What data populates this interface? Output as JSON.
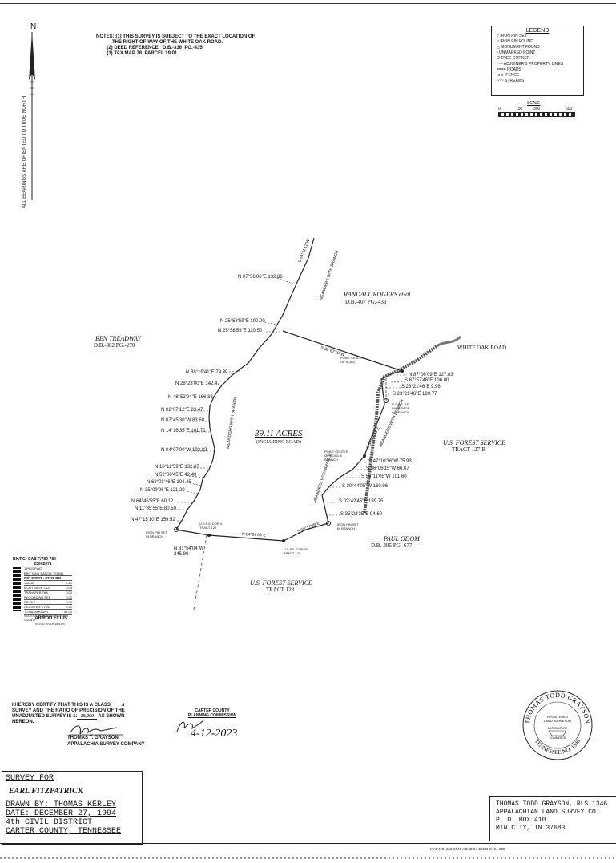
{
  "notes": "NOTES: (1) THIS SURVEY IS SUBJECT TO THE EXACT LOCATION OF\n            THE RIGHT-OF-WAY OF THE WHITE OAK ROAD.\n        (2) DEED REFERENCE:  D.B.-336  PG.-435\n        (3) TAX MAP 78  PARCEL 19.01",
  "north": "N",
  "bearing_note": "ALL BEARINGS ARE ORIENTED TO TRUE NORTH",
  "legend": {
    "title": "LEGEND",
    "items": [
      "IRON PIN SET",
      "IRON PIN FOUND",
      "MONUMENT FOUND",
      "UNMARKED POINT",
      "TREE CORNER",
      "ADJOINER'S PROPERTY LINES",
      "ROADS",
      "FENCE",
      "STREAMS"
    ],
    "symbols": [
      "○",
      "□",
      "△",
      "•",
      "O",
      "- - -",
      "====",
      "-x-x-",
      "~~~"
    ]
  },
  "scale": {
    "title": "SCALE",
    "ticks": [
      "0",
      "150",
      "300",
      "600'"
    ]
  },
  "owners": {
    "randall": {
      "name": "RANDALL ROGERS et-al",
      "ref": "D.B.-407  PG.-433"
    },
    "ben": {
      "name": "BEN TREADWAY",
      "ref": "D.B.-382  PG.-270"
    },
    "usfs_east": {
      "name": "U.S. FOREST SERVICE",
      "ref": "TRACT 127-B"
    },
    "paul": {
      "name": "PAUL ODOM",
      "ref": "D.B.-395  PG.-677"
    },
    "usfs_south": {
      "name": "U.S. FOREST SERVICE",
      "ref": "TRACT 128"
    }
  },
  "road_label": "WHITE OAK ROAD",
  "acreage": {
    "main": "39.11 ACRES",
    "sub": "(INCLUDING ROAD)"
  },
  "calls": [
    "N 07°56'06\"E  132.86",
    "N 25°58'59\"E  100.00",
    "N 25°58'59\"E  110.50",
    "N 38°19'41\"E  79.89",
    "N 28°23'00\"E  142.47",
    "N 48°52'24\"E  166.38",
    "N 02°07'12\"E  83.47",
    "N 07°45'30\"W  83.68",
    "N 14°16'35\"E  101.71",
    "N 04°07'00\"W  192.82",
    "N 18°12'59\"E  132.87",
    "N 52°00'45\"E  42.49",
    "N 68°03'46\"E  104.45",
    "N 35°09'06\"E  121.29",
    "N 64°45'55\"E  60.12",
    "N 11°35'55\"E  80.50",
    "N 47°15'10\"E  159.52",
    "N 87°06'09\"E  127.83",
    "S 67°57'46\"E  106.00",
    "S 23°21'46\"E  9.96",
    "S 23°21'46\"E  189.77",
    "S 47°10'36\"W  75.93",
    "S 36°06'15\"W  66.07",
    "S 56°11'05\"W  101.60",
    "S 30°44'05\"W  160.96",
    "S 02°42'45\"E  139.75",
    "S 35°22'35\"E  94.60",
    "N 81°54'04\"W  245.96"
  ],
  "edge_labels": [
    "S 54°31'12\"W",
    "S 38°57'19\"W",
    "S 54°47'23\"E",
    "N 84°06'03\"E"
  ],
  "stream_labels": [
    "MEANDERS WITH BRANCH",
    "MEANDERS WITH BRANCH",
    "MEANDERS WITH BRANCH",
    "MEANDERS WITH BRANCH"
  ],
  "point_notes": {
    "pc_road": "POINT CENTER\nOF ROAD",
    "usfs_waterage": "U.S.F.S. RF\nWATERAGE\nIN BRANCH",
    "pc_road_branch": "POINT CENTER\nOF ROAD &\nBRANCH",
    "iron_pin_1": "IRON PIN SET\nIN BRANCH",
    "iron_pin_2": "IRON PIN SET\nIN BRANCH",
    "usfs_cor4": "U.S.F.S. COR 4\nTRACT 128",
    "usfs_cor34": "U.S.F.S. COR 34\nTRACT 128"
  },
  "stamp": {
    "line1": "BK/PG: CAB F/789-789",
    "line2": "23002071",
    "rows": [
      [
        "1 PGS:PLAT",
        ""
      ],
      [
        "BRITTANY BATCH: 733846",
        ""
      ],
      [
        "04/13/2023 - 03:25 PM",
        ""
      ],
      [
        "VALUE",
        "0.00"
      ],
      [
        "MORTGAGE TAX",
        "0.00"
      ],
      [
        "TRANSFER TAX",
        "0.00"
      ],
      [
        "RECORDING FEE",
        "0.00"
      ],
      [
        "DP FEE",
        "0.00"
      ],
      [
        "REGISTER'S FEE",
        "0.00"
      ],
      [
        "TOTAL AMOUNT",
        "57.00"
      ]
    ],
    "state": "STATE OF TENNESSEE, CARTER COUNTY",
    "register": "JARROD ELLIS",
    "register_title": "REGISTER OF DEEDS"
  },
  "certification": {
    "line1": "I HEREBY CERTIFY THAT THIS IS A CLASS",
    "class_value": "A",
    "line2": "SURVEY AND THE RATIO OF PRECISION OF THE",
    "line3": "UNADJUSTED SURVEY IS 1:",
    "ratio": "10,000",
    "line3b": "AS SHOWN",
    "line4": "HEREON.",
    "signer": "THOMAS T. GRAYSON",
    "company": "APPALACHIA SURVEY COMPANY"
  },
  "planning": {
    "line1": "CARTER COUNTY",
    "line2": "PLANNING COMMISSION",
    "date": "4-12-2023"
  },
  "seal": {
    "top": "THOMAS TODD GRAYSON",
    "center1": "REGISTERED",
    "center2": "LAND SURVEYOR",
    "center3": "AGRICULTURE",
    "center4": "COMMERCE",
    "bottom": "TENNESSEE NO. 1346"
  },
  "title_block": {
    "survey_for": "SURVEY FOR",
    "client": "EARL FITZPATRICK",
    "drawn_by": "DRAWN BY: THOMAS KERLEY",
    "date": "DATE: DECEMBER 27, 1994",
    "district": "4th CIVIL DISTRICT",
    "county": "CARTER COUNTY, TENNESSEE"
  },
  "surveyor_block": [
    "THOMAS TODD GRAYSON, RLS 1346",
    "APPALACHIAN LAND SURVEY CO.",
    "P. O. BOX 410",
    "MTN CITY, TN 37683"
  ],
  "map_no": "MAP NO: 319-2643   ACAD 94-259   D.C. 94-259"
}
